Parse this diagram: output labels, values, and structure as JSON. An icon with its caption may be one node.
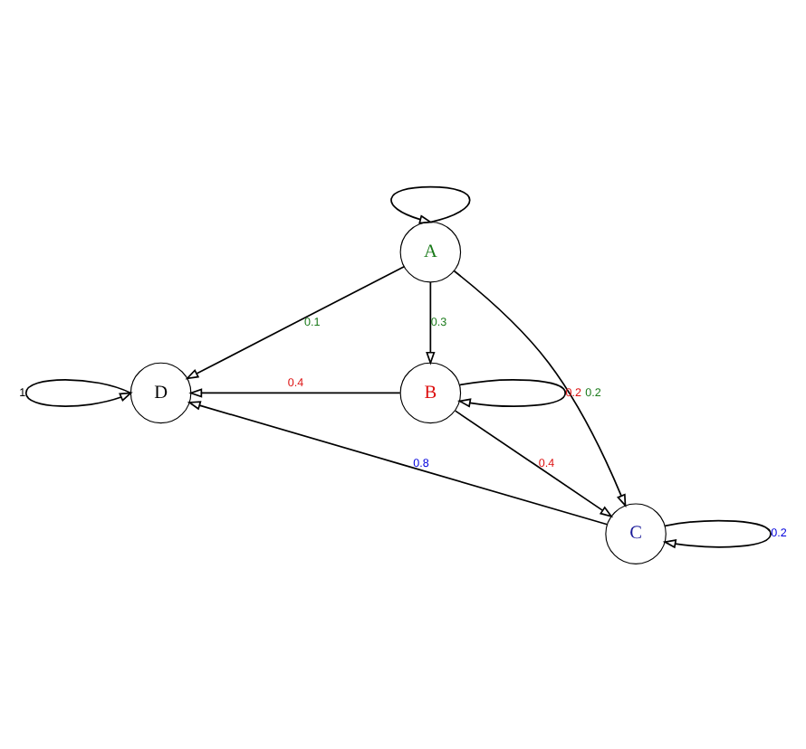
{
  "diagram": {
    "nodes": [
      {
        "text": [
          "A"
        ]
      },
      {
        "text": [
          "D"
        ]
      },
      {
        "text": [
          "B"
        ]
      },
      {
        "text": [
          "C"
        ]
      }
    ],
    "edges": [
      {
        "from": 0,
        "to": 0,
        "arrow": "to"
      },
      {
        "from": 0,
        "to": 1,
        "arrow": "to",
        "label": "0.1"
      },
      {
        "from": 0,
        "to": 3,
        "arrow": "to",
        "label": "0.2"
      },
      {
        "from": 0,
        "to": 2,
        "arrow": "to",
        "label": "0.3"
      },
      {
        "from": 1,
        "to": 1,
        "arrow": "to",
        "label": "1"
      },
      {
        "from": 2,
        "to": 1,
        "arrow": "to",
        "label": "0.4"
      },
      {
        "from": 2,
        "to": 2,
        "arrow": "to",
        "label": "0.2"
      },
      {
        "from": 2,
        "to": 3,
        "arrow": "to",
        "label": "0.4"
      },
      {
        "from": 3,
        "to": 1,
        "arrow": "to",
        "label": "0.8"
      },
      {
        "from": 3,
        "to": 3,
        "arrow": "to",
        "label": "0.2"
      }
    ]
  }
}
